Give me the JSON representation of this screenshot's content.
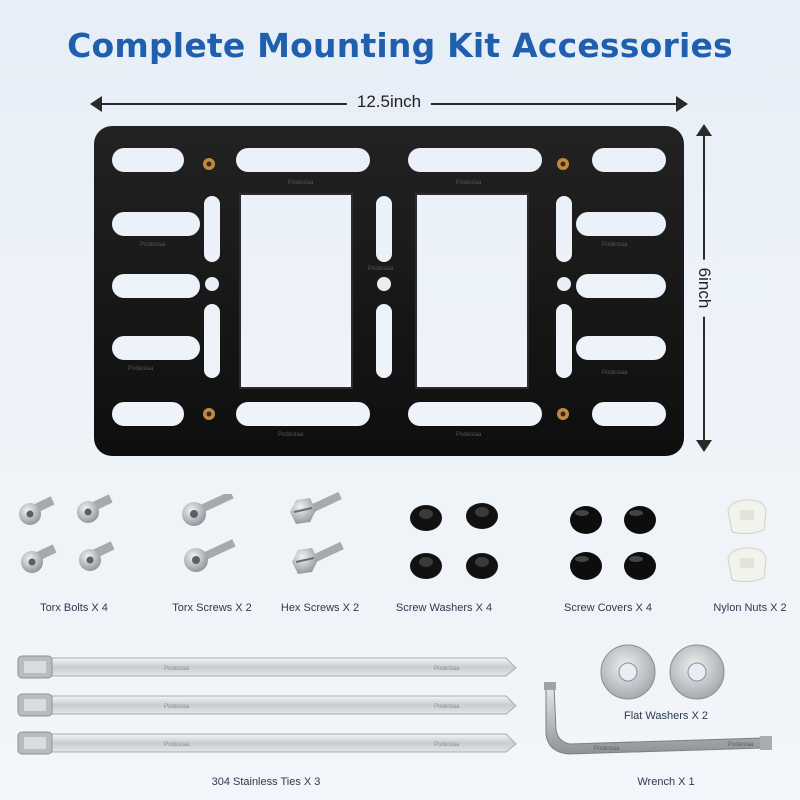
{
  "title": "Complete Mounting Kit Accessories",
  "dimensions": {
    "width": "12.5inch",
    "height": "6inch"
  },
  "brand_mark": "Podestaa",
  "parts": {
    "torx_bolts": "Torx Bolts X 4",
    "torx_screws": "Torx Screws X 2",
    "hex_screws": "Hex Screws X 2",
    "screw_washers": "Screw Washers X 4",
    "screw_covers": "Screw Covers X 4",
    "nylon_nuts": "Nylon Nuts X 2",
    "stainless_ties": "304 Stainless Ties X 3",
    "flat_washers": "Flat Washers X 2",
    "wrench": "Wrench X 1"
  },
  "colors": {
    "title": "#1f5fae",
    "plate": "#151515",
    "metal": "#b9bdc2",
    "brass": "#c08a3e"
  }
}
